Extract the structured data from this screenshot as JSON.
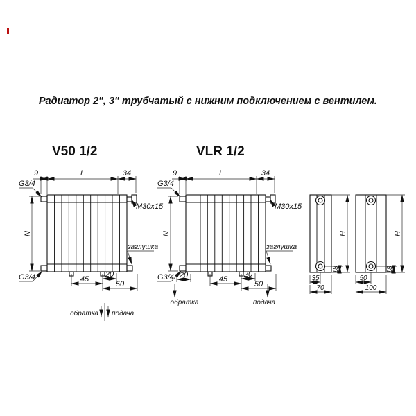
{
  "title": "Радиатор 2\", 3\" трубчатый с нижним подключением с вентилем.",
  "v50": {
    "label": "V50 1/2",
    "dim_9": "9",
    "dim_L": "L",
    "dim_34": "34",
    "thread_top": "G3/4",
    "valve": "M30x15",
    "dim_N": "N",
    "plug": "заглушка",
    "thread_bottom": "G3/4",
    "dim_45": "45",
    "dim_20": "20",
    "dim_50": "50",
    "flow_return": "обратка",
    "flow_supply": "подача"
  },
  "vlr": {
    "label": "VLR 1/2",
    "dim_9": "9",
    "dim_L": "L",
    "dim_34": "34",
    "thread_top": "G3/4",
    "valve": "M30x15",
    "dim_N": "N",
    "plug": "заглушка",
    "thread_bottom": "G3/4",
    "dim_20_left": "20",
    "dim_45": "45",
    "dim_20": "20",
    "dim_50": "50",
    "flow_return": "обратка",
    "flow_supply": "подача"
  },
  "side70": {
    "dim_18": "18",
    "dim_H": "H",
    "dim_35": "35",
    "dim_70": "70"
  },
  "side100": {
    "dim_18": "18",
    "dim_H": "H",
    "dim_50": "50",
    "dim_100": "100"
  },
  "colors": {
    "line": "#111111",
    "accent_mark": "#bb1111"
  }
}
